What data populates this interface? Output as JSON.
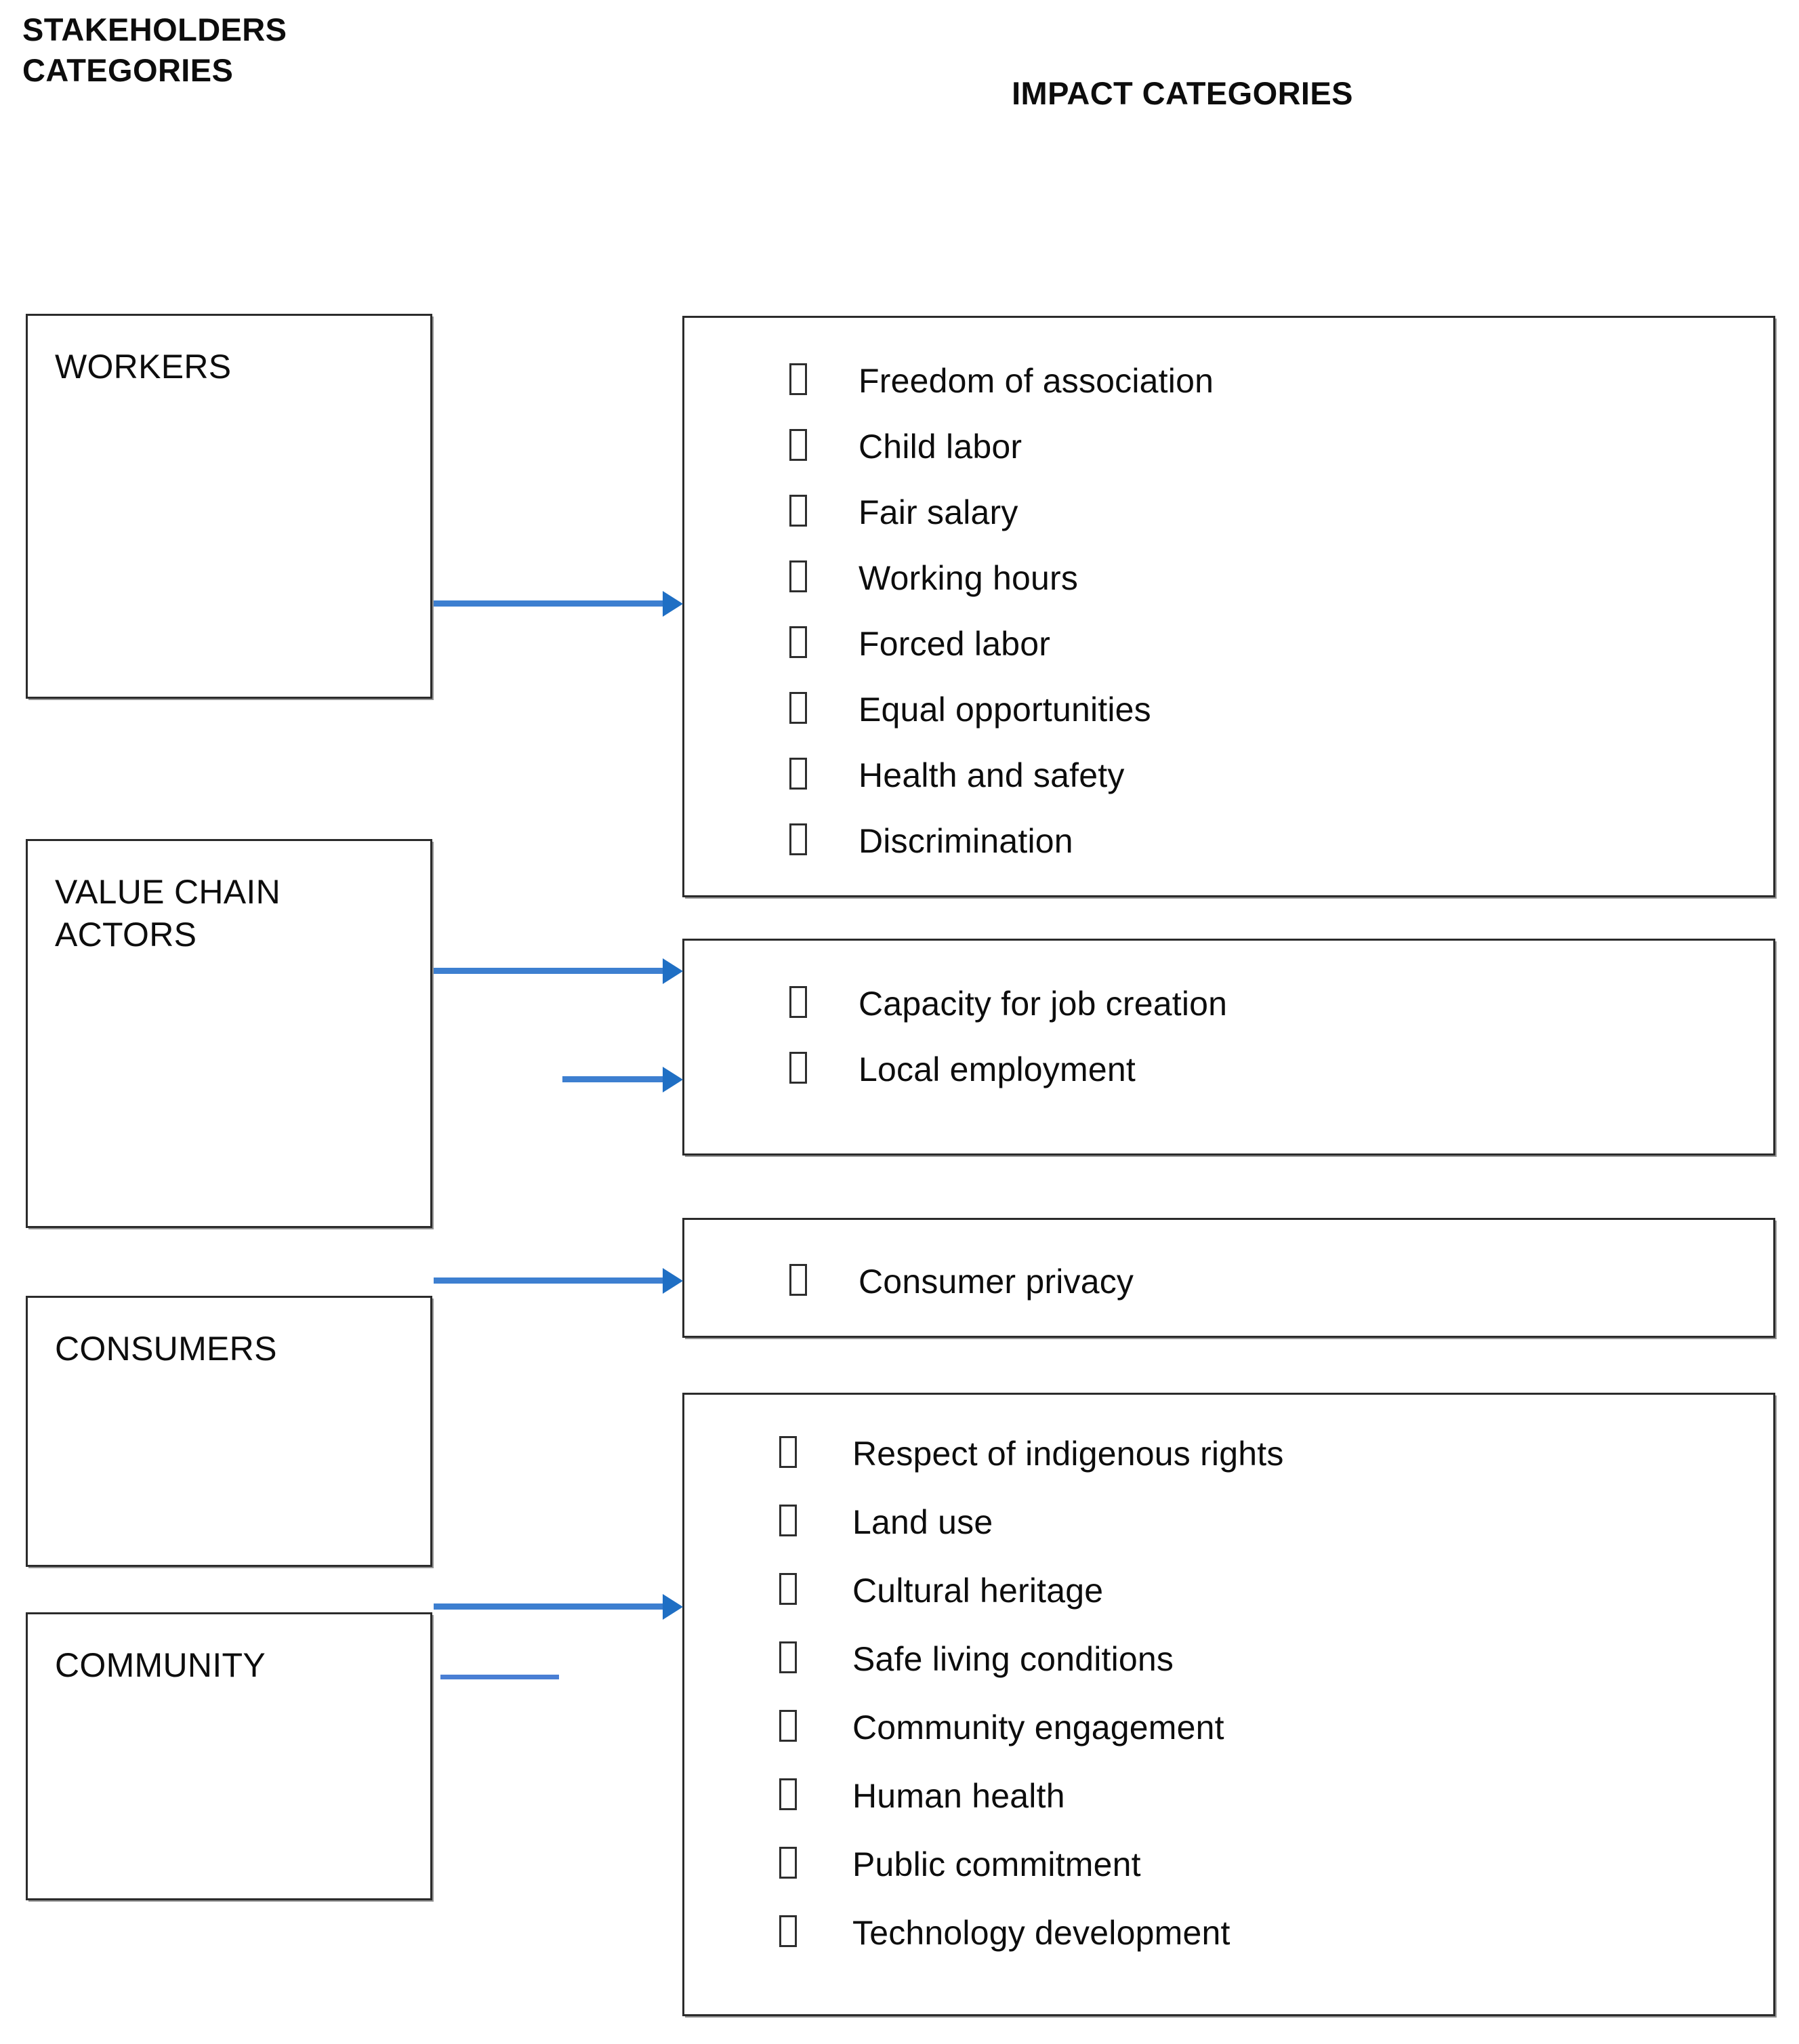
{
  "headings": {
    "stakeholders": "STAKEHOLDERS\nCATEGORIES",
    "impact": "IMPACT CATEGORIES"
  },
  "colors": {
    "arrow_blue": "#3d7fd0",
    "arrow_head_blue": "#1f6fc4",
    "box_border": "#2b2b2b",
    "text": "#0d0d0d",
    "background": "#ffffff"
  },
  "stakeholder_boxes": [
    {
      "id": "workers",
      "label": "WORKERS"
    },
    {
      "id": "value-chain",
      "label": "VALUE CHAIN\nACTORS"
    },
    {
      "id": "consumers",
      "label": "CONSUMERS"
    },
    {
      "id": "community",
      "label": "COMMUNITY"
    }
  ],
  "impact_boxes": [
    {
      "id": "workers-impacts",
      "items": [
        "Freedom of association",
        "Child labor",
        "Fair salary",
        "Working hours",
        "Forced labor",
        "Equal opportunities",
        "Health and safety",
        "Discrimination"
      ]
    },
    {
      "id": "value-chain-impacts",
      "items": [
        "Capacity for job creation",
        "Local employment"
      ]
    },
    {
      "id": "consumers-impacts",
      "items": [
        "Consumer privacy"
      ]
    },
    {
      "id": "community-impacts",
      "items": [
        "Respect of indigenous rights",
        "Land use",
        "Cultural heritage",
        "Safe living conditions",
        "Community engagement",
        "Human health",
        "Public commitment",
        "Technology development"
      ]
    }
  ],
  "connectors": [
    {
      "id": "arrow-workers",
      "from": "workers",
      "to": "workers-impacts",
      "head": true
    },
    {
      "id": "arrow-vca-1",
      "from": "value-chain",
      "to": "value-chain-impacts",
      "head": true
    },
    {
      "id": "arrow-vca-2",
      "from": "value-chain",
      "to": "value-chain-impacts",
      "head": true
    },
    {
      "id": "arrow-consumers",
      "from": "consumers",
      "to": "consumers-impacts",
      "head": true
    },
    {
      "id": "arrow-community",
      "from": "community",
      "to": "community-impacts",
      "head": true
    },
    {
      "id": "arrow-community-stub",
      "from": "community",
      "to": "community-impacts",
      "head": false
    }
  ],
  "icons": {
    "bullet": "empty-checkbox-icon"
  }
}
